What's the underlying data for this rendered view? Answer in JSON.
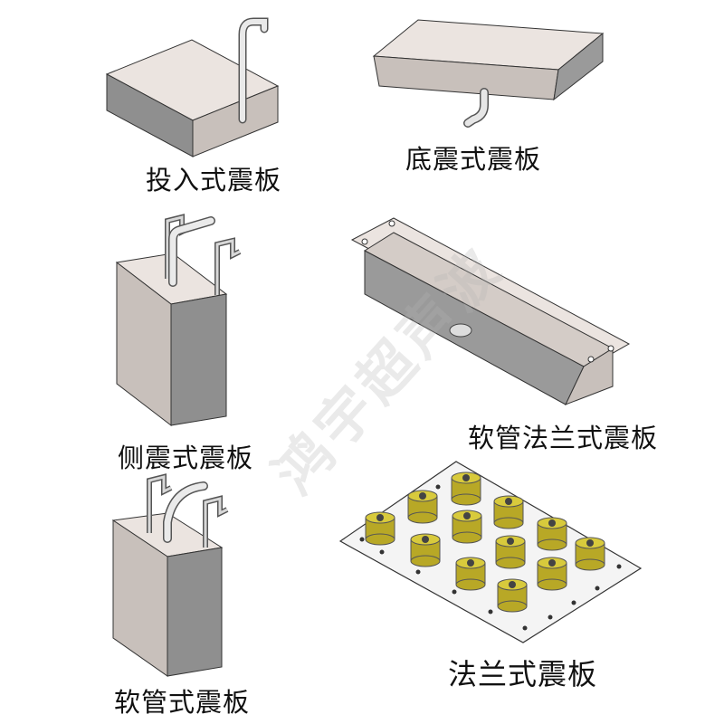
{
  "products": [
    {
      "label": "投入式震板"
    },
    {
      "label": "底震式震板"
    },
    {
      "label": "侧震式震板"
    },
    {
      "label": "软管法兰式震板"
    },
    {
      "label": "软管式震板"
    },
    {
      "label": "法兰式震板"
    }
  ],
  "watermark": "鸿宇超声波",
  "colors": {
    "steel_top": "#eae3df",
    "steel_front": "#9a9a9a",
    "steel_side": "#c9c1bc",
    "brass": "#cfc033",
    "outline": "#333333"
  }
}
